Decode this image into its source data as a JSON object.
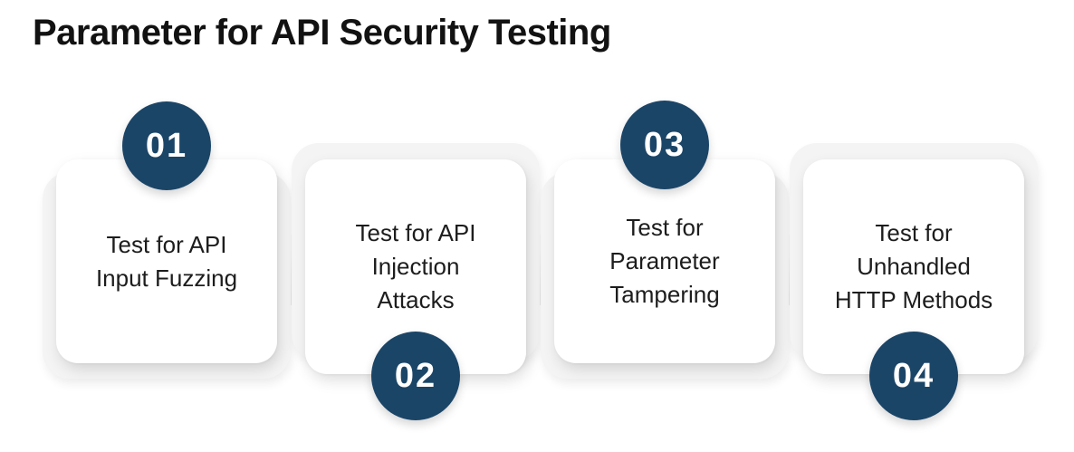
{
  "title": "Parameter for API Security Testing",
  "colors": {
    "circle": "#1b4567",
    "title": "#121212",
    "text": "#1d1d1d",
    "card_background": "#ffffff",
    "backing": "#f4f4f4"
  },
  "steps": [
    {
      "number": "01",
      "circle_position": "top",
      "label": "Test for API\nInput Fuzzing"
    },
    {
      "number": "02",
      "circle_position": "bottom",
      "label": "Test for API\nInjection\nAttacks"
    },
    {
      "number": "03",
      "circle_position": "top",
      "label": "Test for\nParameter\nTampering"
    },
    {
      "number": "04",
      "circle_position": "bottom",
      "label": "Test for\nUnhandled\nHTTP Methods"
    }
  ]
}
